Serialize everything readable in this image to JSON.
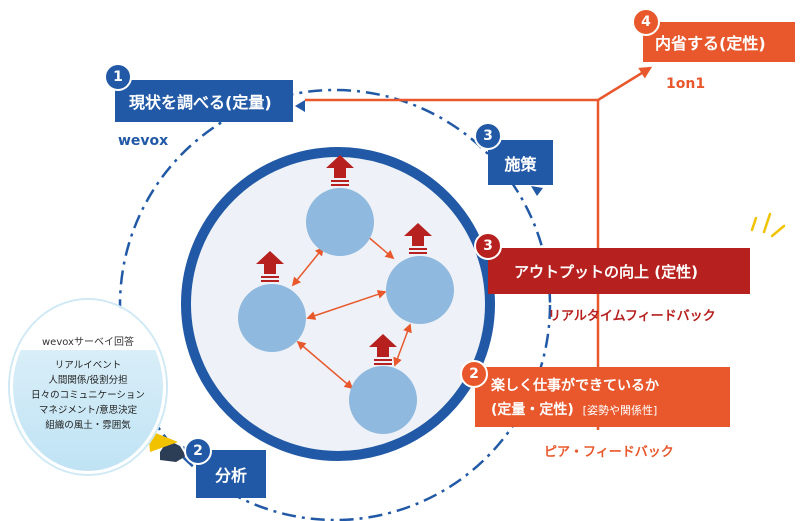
{
  "step1": {
    "number": "1",
    "title": "現状を調べる(定量)",
    "tool": "wevox"
  },
  "step2_analysis": {
    "number": "2",
    "title": "分析"
  },
  "step3_measures": {
    "number": "3",
    "title": "施策"
  },
  "step4": {
    "number": "4",
    "title": "内省する(定性)",
    "tool": "1on1"
  },
  "step3_output": {
    "number": "3",
    "title": "アウトプットの向上 (定性)",
    "feedback": "リアルタイムフィードバック"
  },
  "step2_work": {
    "number": "2",
    "title_line1": "楽しく仕事ができているか",
    "title_line2": "(定量・定性)",
    "note": "[姿勢や関係性]",
    "feedback": "ピア・フィードバック"
  },
  "survey": {
    "title": "wevoxサーベイ回答",
    "items": [
      "リアルイベント",
      "人間関係/役割分担",
      "日々のコミュニケーション",
      "マネジメント/意思決定",
      "組織の風土・雰囲気"
    ]
  },
  "colors": {
    "blue": "#2159a6",
    "orange": "#e8582c",
    "red": "#b6201e",
    "member_circle": "#8fb9de",
    "team_circle_fill": "#eef2f8"
  }
}
